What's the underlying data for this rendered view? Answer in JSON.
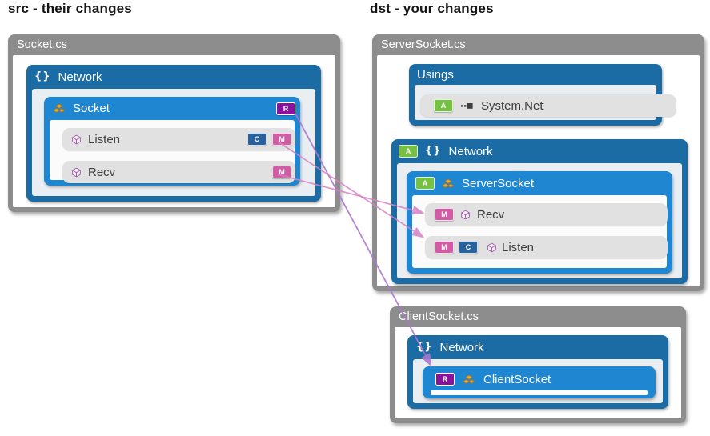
{
  "titles": {
    "src": "src - their changes",
    "dst": "dst - your changes"
  },
  "badge_letters": {
    "added": "A",
    "moved": "M",
    "changed": "C",
    "renamed": "R"
  },
  "icons": {
    "namespace_glyph": "{}",
    "namespace_icon": "curly-braces",
    "class_icon": "gold-class-blocks",
    "method_icon": "purple-method-cube",
    "using_icon": "using-squares",
    "connector_arrow": "arrowhead-triangle"
  },
  "colors": {
    "file_header": "#8d8d8d",
    "namespace_blue": "#1b6ba4",
    "class_blue": "#1f87d2",
    "panel_light": "#e9eef3",
    "row_gray": "#e1e1e1",
    "badge_added": "#76c043",
    "badge_moved": "#d25ca4",
    "badge_changed": "#29619e",
    "badge_renamed": "#8a119b",
    "link_pink": "#d583c3",
    "link_purple": "#ab77cf"
  },
  "src_panel": {
    "file_label": "Socket.cs",
    "namespace_label": "Network",
    "class_label": "Socket",
    "method_listen": "Listen",
    "method_recv": "Recv"
  },
  "dst_panel": {
    "server_file_label": "ServerSocket.cs",
    "usings_label": "Usings",
    "using_item_label": "System.Net",
    "namespace_label": "Network",
    "class_label": "ServerSocket",
    "method_recv": "Recv",
    "method_listen": "Listen"
  },
  "dst_client_panel": {
    "file_label": "ClientSocket.cs",
    "namespace_label": "Network",
    "class_label": "ClientSocket"
  }
}
